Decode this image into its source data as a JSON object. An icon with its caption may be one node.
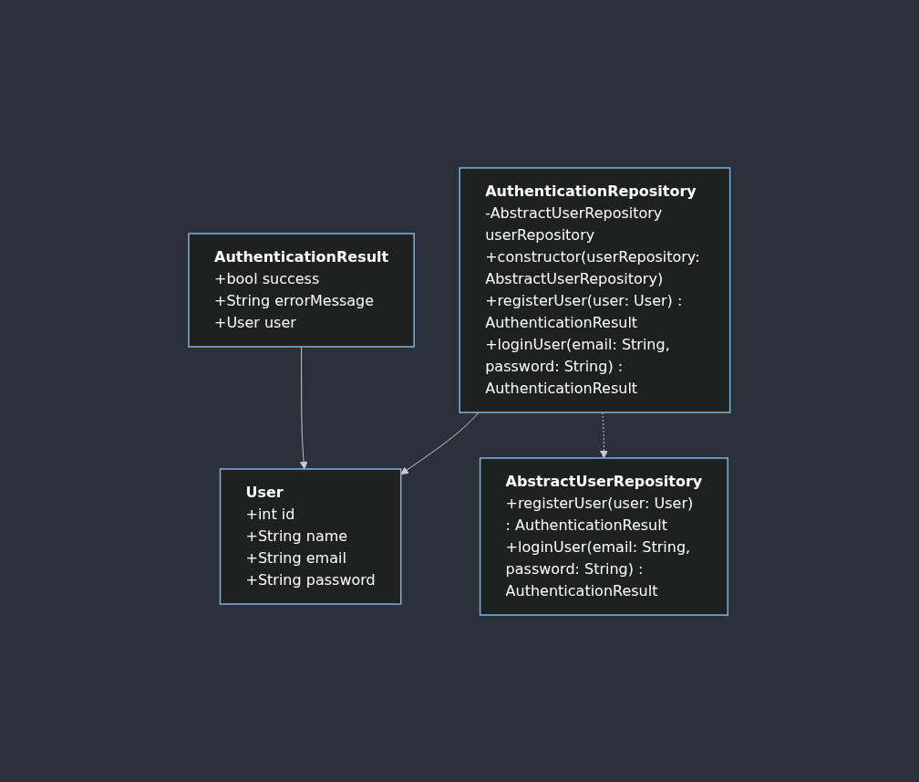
{
  "diagram": {
    "nodes": [
      {
        "text": [
          "AuthenticationResult",
          "+bool success",
          "+String errorMessage",
          "+User user"
        ]
      },
      {
        "text": [
          "User",
          "+int id",
          "+String name",
          "+String email",
          "+String password"
        ]
      },
      {
        "text": [
          "AbstractUserRepository",
          "+registerUser(user: User) : AuthenticationResult",
          "+loginUser(email: String, password: String) : AuthenticationResult"
        ]
      },
      {
        "text": [
          "AuthenticationRepository",
          "-AbstractUserRepository userRepository",
          "+constructor(userRepository: AbstractUserRepository)",
          "+registerUser(user: User) : AuthenticationResult",
          "+loginUser(email: String, password: String) : AuthenticationResult"
        ]
      }
    ],
    "edges": [
      {
        "from": 0,
        "to": 1,
        "arrow": "to"
      },
      {
        "from": 3,
        "to": 1,
        "arrow": "to"
      },
      {
        "from": 3,
        "to": 2,
        "arrow": "to",
        "style": "dashed"
      }
    ]
  }
}
